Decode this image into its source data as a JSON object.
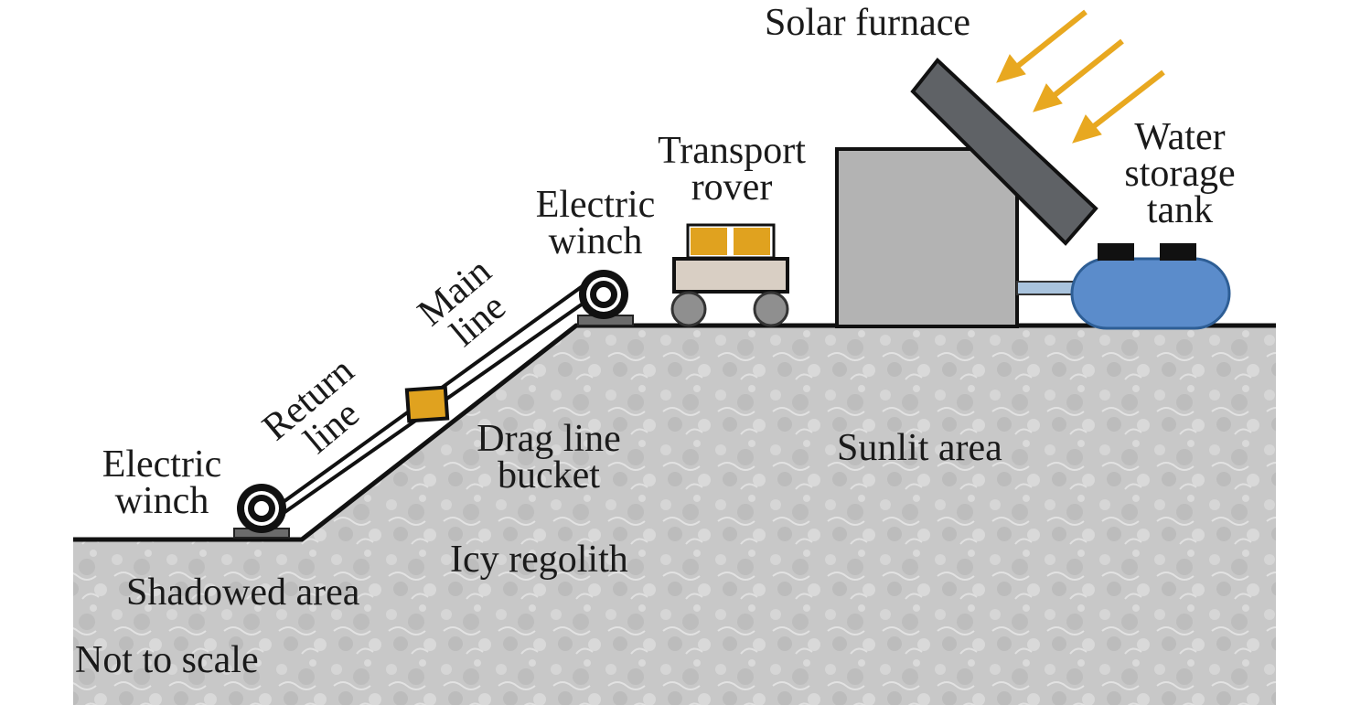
{
  "labels": {
    "solar_furnace": "Solar furnace",
    "water_storage_tank_1": "Water",
    "water_storage_tank_2": "storage",
    "water_storage_tank_3": "tank",
    "transport_rover_1": "Transport",
    "transport_rover_2": "rover",
    "electric_winch_top_1": "Electric",
    "electric_winch_top_2": "winch",
    "main_line_1": "Main",
    "main_line_2": "line",
    "return_line_1": "Return",
    "return_line_2": "line",
    "electric_winch_bottom_1": "Electric",
    "electric_winch_bottom_2": "winch",
    "drag_line_bucket_1": "Drag line",
    "drag_line_bucket_2": "bucket",
    "sunlit_area": "Sunlit area",
    "icy_regolith": "Icy regolith",
    "shadowed_area": "Shadowed area",
    "not_to_scale": "Not to scale"
  },
  "colors": {
    "regolith": "#c9c9c9",
    "sun_arrow": "#e8a820",
    "bucket": "#e0a21f",
    "tank": "#5b8ccb",
    "furnace_box": "#b3b3b3",
    "mirror": "#5f6266",
    "wheel": "#8f8f8f"
  }
}
